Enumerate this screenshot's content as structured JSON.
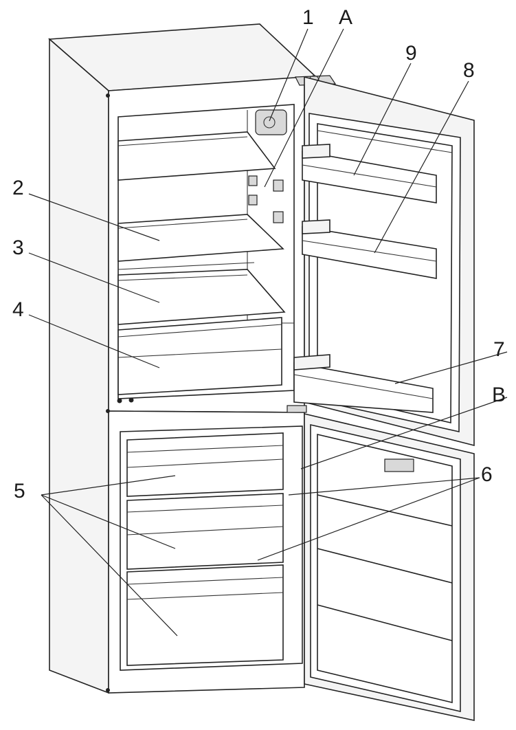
{
  "diagram": {
    "labels": {
      "l1": "1",
      "lA": "A",
      "l9": "9",
      "l8": "8",
      "l2": "2",
      "l3": "3",
      "l4": "4",
      "l7": "7",
      "lB": "B",
      "l5": "5",
      "l6": "6"
    }
  }
}
